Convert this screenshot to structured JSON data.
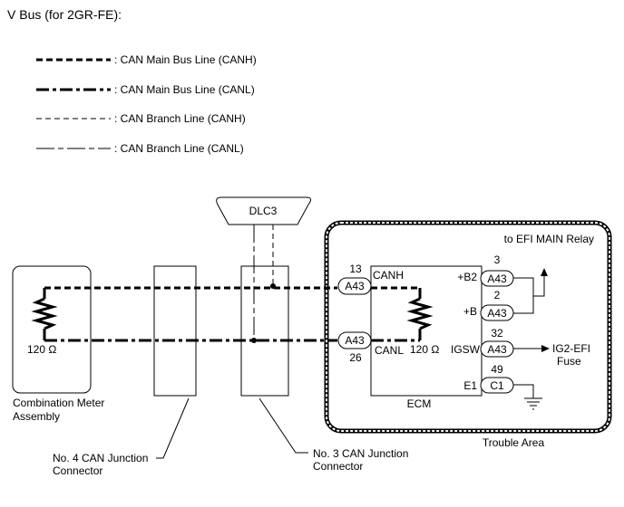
{
  "title": "V Bus (for 2GR-FE):",
  "legend": [
    {
      "label": ": CAN Main Bus Line (CANH)"
    },
    {
      "label": ": CAN Main Bus Line (CANL)"
    },
    {
      "label": ": CAN Branch Line (CANH)"
    },
    {
      "label": ": CAN Branch Line (CANL)"
    }
  ],
  "dlc3": "DLC3",
  "combination_meter": {
    "line1": "Combination Meter",
    "line2": "Assembly",
    "resistor": "120 Ω"
  },
  "junction4": {
    "line1": "No. 4 CAN Junction",
    "line2": "Connector"
  },
  "junction3": {
    "line1": "No. 3 CAN Junction",
    "line2": "Connector"
  },
  "trouble_area": "Trouble Area",
  "efi_relay": "to EFI MAIN Relay",
  "ig2_fuse": {
    "line1": "IG2-EFI",
    "line2": "Fuse"
  },
  "ecm": {
    "label": "ECM",
    "canh": "CANH",
    "canl": "CANL",
    "resistor": "120 Ω",
    "canh_pin": "13",
    "canh_conn": "A43",
    "canl_pin": "26",
    "canl_conn": "A43",
    "b2_label": "+B2",
    "b2_pin": "3",
    "b2_conn": "A43",
    "b_label": "+B",
    "b_pin": "2",
    "b_conn": "A43",
    "igsw_label": "IGSW",
    "igsw_pin": "32",
    "igsw_conn": "A43",
    "e1_label": "E1",
    "e1_pin": "49",
    "e1_conn": "C1"
  }
}
